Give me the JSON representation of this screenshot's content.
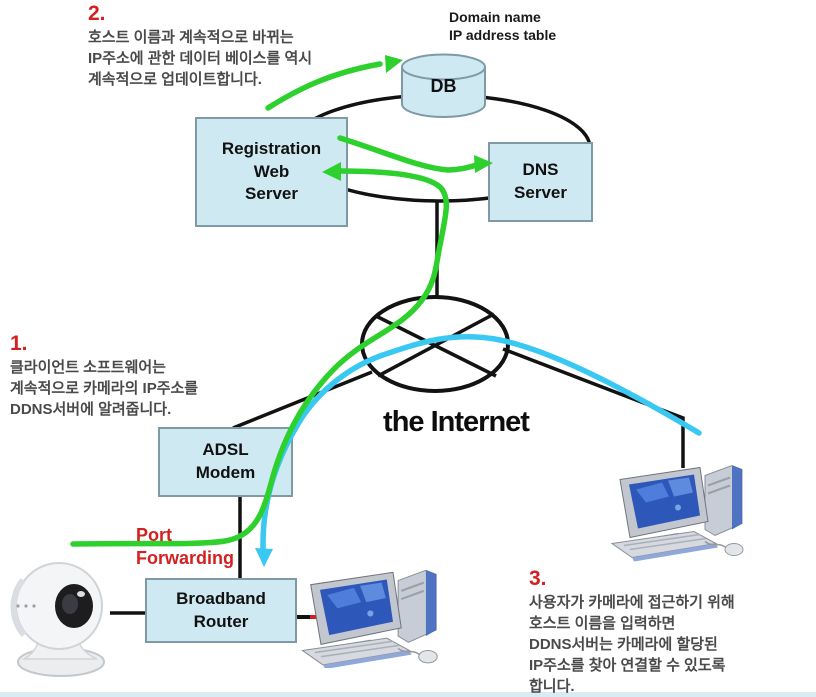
{
  "diagram_title": "DDNS camera network diagram",
  "db": {
    "label": "DB",
    "table_label_line1": "Domain name",
    "table_label_line2": "IP address table"
  },
  "nodes": {
    "registration": {
      "lines": [
        "Registration",
        "Web",
        "Server"
      ]
    },
    "dns": {
      "lines": [
        "DNS",
        "Server"
      ]
    },
    "adsl": {
      "lines": [
        "ADSL",
        "Modem"
      ]
    },
    "router": {
      "lines": [
        "Broadband",
        "Router"
      ]
    }
  },
  "internet_label": "the Internet",
  "port_forwarding": {
    "line1": "Port",
    "line2": "Forwarding"
  },
  "steps": {
    "step1": {
      "number": "1.",
      "lines": [
        "클라이언트 소프트웨어는",
        "계속적으로 카메라의 IP주소를",
        "DDNS서버에 알려줍니다."
      ]
    },
    "step2": {
      "number": "2.",
      "lines": [
        "호스트 이름과 계속적으로 바뀌는",
        "IP주소에 관한 데이터 베이스를 역시",
        "계속적으로 업데이트합니다."
      ]
    },
    "step3": {
      "number": "3.",
      "lines": [
        "사용자가 카메라에 접근하기 위해",
        "호스트 이름을 입력하면",
        "DDNS서버는 카메라에 할당된",
        "IP주소를 찾아 연결할 수 있도록",
        "합니다."
      ]
    }
  },
  "icons": {
    "camera": "webcam-icon",
    "pc_right": "desktop-computer-icon",
    "pc_bottom": "desktop-computer-icon"
  },
  "colors": {
    "box_fill": "#cfe9f2",
    "box_border": "#7d9aa5",
    "arrow_green": "#2dd02d",
    "arrow_cyan": "#38c8f2",
    "label_red": "#d42020",
    "line_black": "#121212",
    "korean_text": "#4a4a4a"
  }
}
